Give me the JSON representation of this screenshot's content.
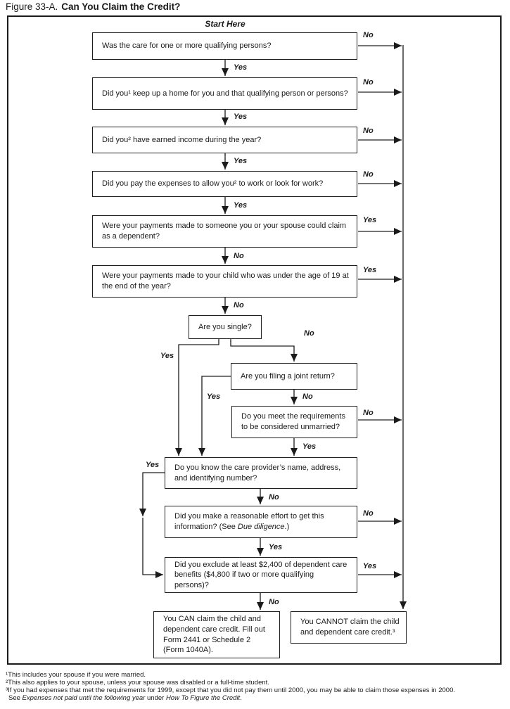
{
  "title": {
    "figure_label": "Figure 33-A.",
    "title_text": "Can You Claim the Credit?"
  },
  "diagram": {
    "start_here": "Start Here",
    "yes": "Yes",
    "no": "No",
    "boxes": {
      "qualifying_persons": "Was the care for one or more qualifying persons?",
      "keep_up_home": "Did you¹ keep up a home for you and that qualifying person or persons?",
      "earned_income": "Did you² have earned income during the year?",
      "pay_expenses": "Did you pay the expenses to allow you² to work or look for work?",
      "payments_dependent": "Were your payments made to someone you or your spouse could claim as a dependent?",
      "payments_child": "Were your payments made to your child who was under the age of 19 at the end of the year?",
      "single": "Are you single?",
      "joint_return": "Are you filing a joint return?",
      "unmarried": "Do you meet the requirements to be considered unmarried?",
      "provider_info": "Do you know the care provider’s name, address, and identifying number?",
      "effort_pre": "Did you make a reasonable effort to get this information? (See ",
      "effort_italic": "Due diligence",
      "effort_post": ".)",
      "exclude_benefits": "Did you exclude at least $2,400 of dependent care benefits ($4,800 if two or more qualifying persons)?",
      "can_claim": "You CAN claim the child and dependent care credit. Fill out Form 2441 or Schedule 2 (Form 1040A).",
      "cannot_claim": "You CANNOT claim the child and dependent care credit.³"
    }
  },
  "footnotes": {
    "fn1": "¹This includes your spouse if you were married.",
    "fn2": "²This also applies to your spouse, unless your spouse was disabled or a full-time student.",
    "fn3": "³If you had expenses that met the requirements for 1999, except that you did not pay them until 2000, you may be able to claim those expenses in 2000.",
    "fn4_p1": "See ",
    "fn4_i1": "Expenses not paid until the following year",
    "fn4_p2": " under ",
    "fn4_i2": "How To Figure the Credit",
    "fn4_p3": "."
  },
  "colors": {
    "ink": "#1a1a1a",
    "background": "#ffffff"
  }
}
